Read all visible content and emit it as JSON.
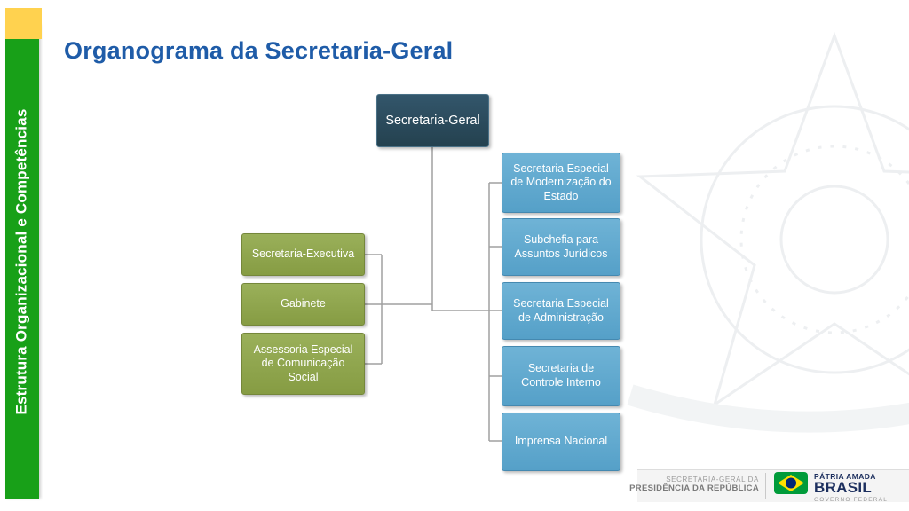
{
  "sidebar": {
    "label": "Estrutura Organizacional e Competências"
  },
  "title": "Organograma da Secretaria-Geral",
  "org_chart": {
    "root": {
      "label": "Secretaria-Geral"
    },
    "left_branch": [
      {
        "label": "Secretaria-Executiva"
      },
      {
        "label": "Gabinete"
      },
      {
        "label": "Assessoria Especial de Comunicação Social"
      }
    ],
    "right_branch": [
      {
        "label": "Secretaria Especial de Modernização do Estado"
      },
      {
        "label": "Subchefia para Assuntos Jurídicos"
      },
      {
        "label": "Secretaria Especial de Administração"
      },
      {
        "label": "Secretaria de Controle Interno"
      },
      {
        "label": "Imprensa Nacional"
      }
    ]
  },
  "footer": {
    "org_line1": "SECRETARIA-GERAL DA",
    "org_line2": "PRESIDÊNCIA DA REPÚBLICA",
    "brand_top": "PÁTRIA AMADA",
    "brand_main": "BRASIL",
    "brand_sub": "GOVERNO FEDERAL"
  },
  "colors": {
    "accent_green": "#18A018",
    "accent_yellow": "#FFD24F",
    "title_blue": "#1F5CA8",
    "root_box": "#2B4B5E",
    "left_box": "#8FA44C",
    "right_box": "#5FA7CE",
    "connector_gray": "#A0A0A0",
    "flag_green": "#009B3A",
    "flag_yellow": "#FEDF00",
    "flag_blue": "#002776"
  }
}
